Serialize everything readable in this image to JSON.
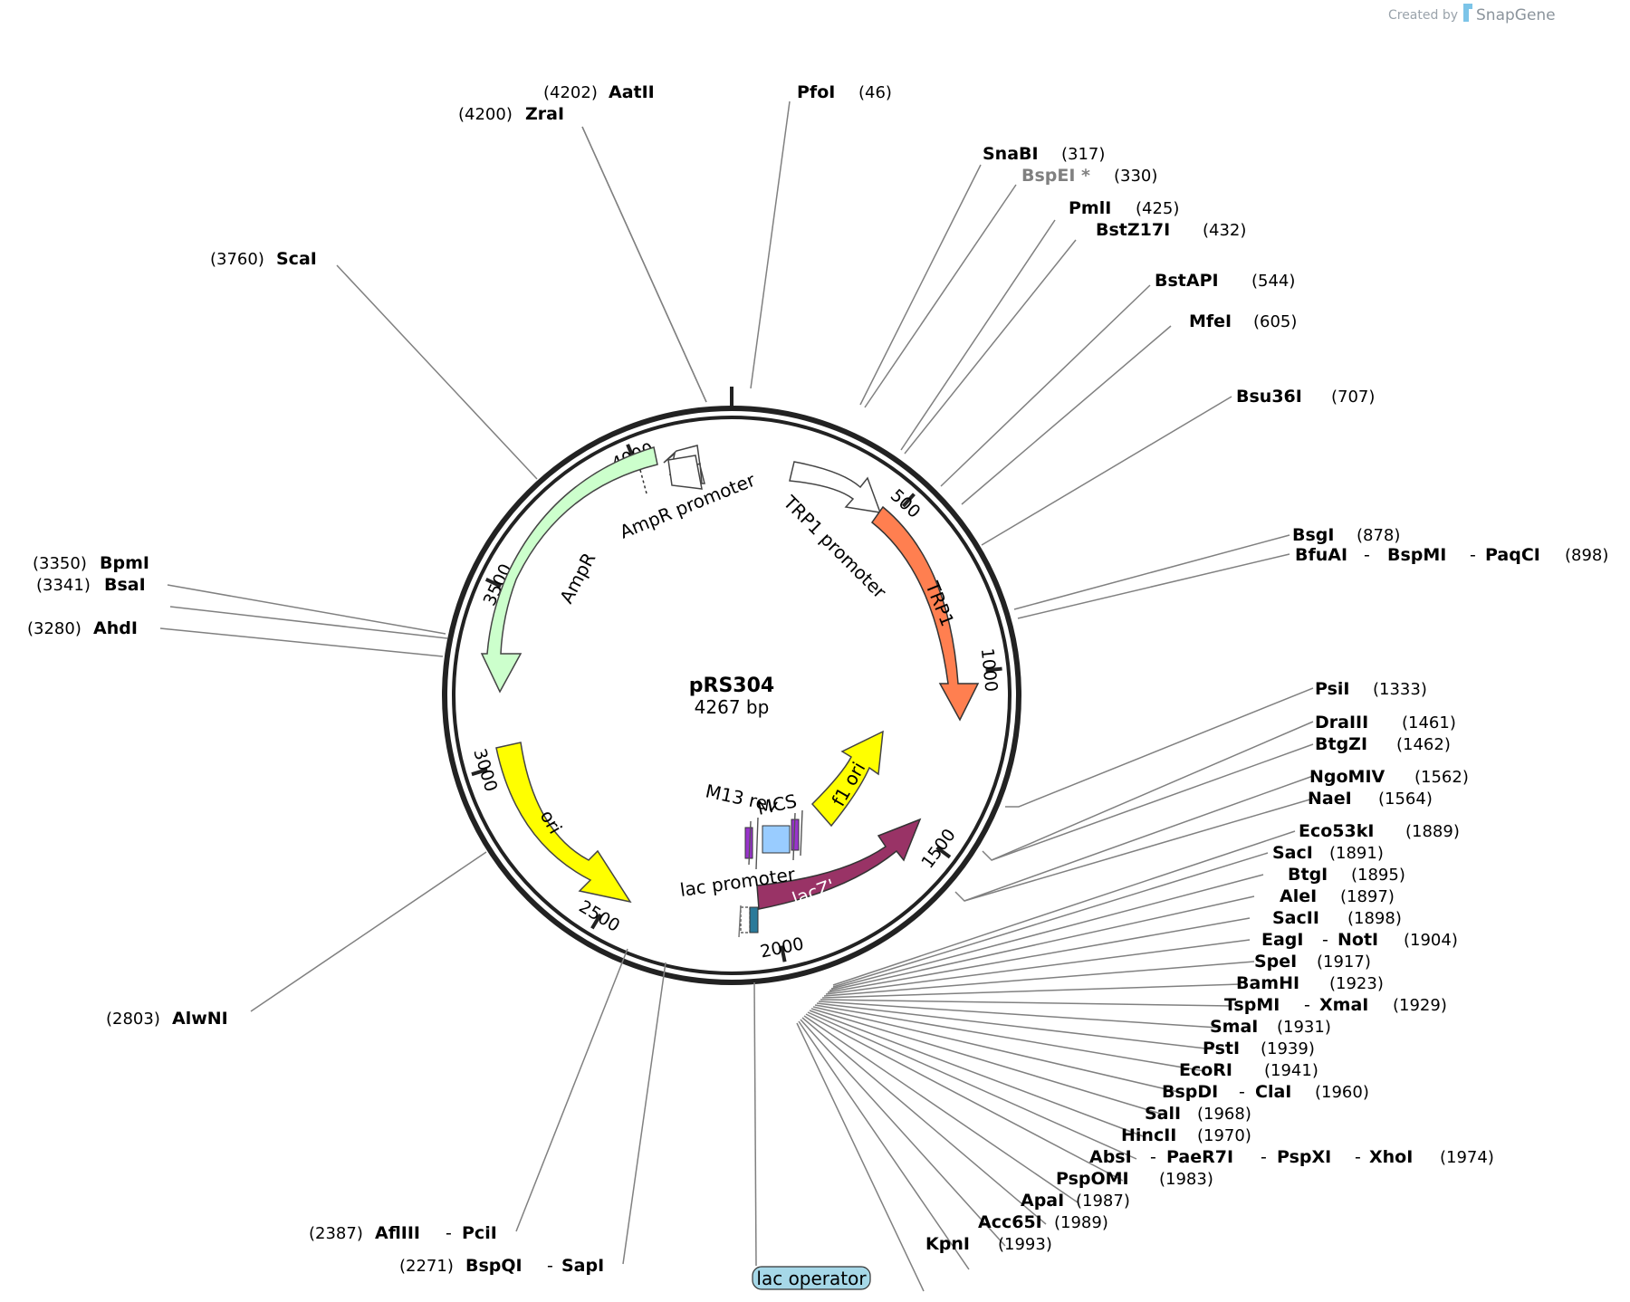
{
  "credit": {
    "prefix": "Created by",
    "brand": "SnapGene"
  },
  "plasmid": {
    "name": "pRS304",
    "length_label": "4267 bp",
    "length": 4267
  },
  "ticks": [
    {
      "pos": 500,
      "label": "500"
    },
    {
      "pos": 1000,
      "label": "1000"
    },
    {
      "pos": 1500,
      "label": "1500"
    },
    {
      "pos": 2000,
      "label": "2000"
    },
    {
      "pos": 2500,
      "label": "2500"
    },
    {
      "pos": 3000,
      "label": "3000"
    },
    {
      "pos": 3500,
      "label": "3500"
    },
    {
      "pos": 4000,
      "label": "4000"
    }
  ],
  "features": [
    {
      "name": "TRP1",
      "color": "#ff7f50"
    },
    {
      "name": "TRP1 promoter",
      "color": "#ffffff"
    },
    {
      "name": "AmpR",
      "color": "#ccffcc"
    },
    {
      "name": "AmpR promoter",
      "color": "#ffffff"
    },
    {
      "name": "ori",
      "color": "#ffff00"
    },
    {
      "name": "f1 ori",
      "color": "#ffff00"
    },
    {
      "name": "lacZ'",
      "color": "#993366"
    },
    {
      "name": "lac promoter",
      "color": "#ffffff"
    },
    {
      "name": "M13 rev",
      "color": "#9933cc"
    },
    {
      "name": "MCS",
      "color": "#99ccff"
    },
    {
      "name": "lac operator",
      "color": "#a6d8e8"
    }
  ],
  "sites": [
    {
      "names": [
        "AatII"
      ],
      "pos": "(4202)",
      "side": "left"
    },
    {
      "names": [
        "ZraI"
      ],
      "pos": "(4200)",
      "side": "left"
    },
    {
      "names": [
        "PfoI"
      ],
      "pos": "(46)",
      "side": "right"
    },
    {
      "names": [
        "SnaBI"
      ],
      "pos": "(317)",
      "side": "right"
    },
    {
      "names": [
        "BspEI *"
      ],
      "pos": "(330)",
      "side": "right",
      "grey": true
    },
    {
      "names": [
        "PmlI"
      ],
      "pos": "(425)",
      "side": "right"
    },
    {
      "names": [
        "BstZ17I"
      ],
      "pos": "(432)",
      "side": "right"
    },
    {
      "names": [
        "BstAPI"
      ],
      "pos": "(544)",
      "side": "right"
    },
    {
      "names": [
        "MfeI"
      ],
      "pos": "(605)",
      "side": "right"
    },
    {
      "names": [
        "Bsu36I"
      ],
      "pos": "(707)",
      "side": "right"
    },
    {
      "names": [
        "BsgI"
      ],
      "pos": "(878)",
      "side": "right"
    },
    {
      "names": [
        "BfuAI",
        "BspMI",
        "PaqCI"
      ],
      "pos": "(898)",
      "side": "right"
    },
    {
      "names": [
        "PsiI"
      ],
      "pos": "(1333)",
      "side": "right"
    },
    {
      "names": [
        "DraIII"
      ],
      "pos": "(1461)",
      "side": "right"
    },
    {
      "names": [
        "BtgZI"
      ],
      "pos": "(1462)",
      "side": "right"
    },
    {
      "names": [
        "NgoMIV"
      ],
      "pos": "(1562)",
      "side": "right"
    },
    {
      "names": [
        "NaeI"
      ],
      "pos": "(1564)",
      "side": "right"
    },
    {
      "names": [
        "Eco53kI"
      ],
      "pos": "(1889)",
      "side": "right"
    },
    {
      "names": [
        "SacI"
      ],
      "pos": "(1891)",
      "side": "right"
    },
    {
      "names": [
        "BtgI"
      ],
      "pos": "(1895)",
      "side": "right"
    },
    {
      "names": [
        "AleI"
      ],
      "pos": "(1897)",
      "side": "right"
    },
    {
      "names": [
        "SacII"
      ],
      "pos": "(1898)",
      "side": "right"
    },
    {
      "names": [
        "EagI",
        "NotI"
      ],
      "pos": "(1904)",
      "side": "right"
    },
    {
      "names": [
        "SpeI"
      ],
      "pos": "(1917)",
      "side": "right"
    },
    {
      "names": [
        "BamHI"
      ],
      "pos": "(1923)",
      "side": "right"
    },
    {
      "names": [
        "TspMI",
        "XmaI"
      ],
      "pos": "(1929)",
      "side": "right"
    },
    {
      "names": [
        "SmaI"
      ],
      "pos": "(1931)",
      "side": "right"
    },
    {
      "names": [
        "PstI"
      ],
      "pos": "(1939)",
      "side": "right"
    },
    {
      "names": [
        "EcoRI"
      ],
      "pos": "(1941)",
      "side": "right"
    },
    {
      "names": [
        "BspDI",
        "ClaI"
      ],
      "pos": "(1960)",
      "side": "right"
    },
    {
      "names": [
        "SalI"
      ],
      "pos": "(1968)",
      "side": "right"
    },
    {
      "names": [
        "HincII"
      ],
      "pos": "(1970)",
      "side": "right"
    },
    {
      "names": [
        "AbsI",
        "PaeR7I",
        "PspXI",
        "XhoI"
      ],
      "pos": "(1974)",
      "side": "right"
    },
    {
      "names": [
        "PspOMI"
      ],
      "pos": "(1983)",
      "side": "right"
    },
    {
      "names": [
        "ApaI"
      ],
      "pos": "(1987)",
      "side": "right"
    },
    {
      "names": [
        "Acc65I"
      ],
      "pos": "(1989)",
      "side": "right"
    },
    {
      "names": [
        "KpnI"
      ],
      "pos": "(1993)",
      "side": "right"
    },
    {
      "names": [
        "BspQI",
        "SapI"
      ],
      "pos": "(2271)",
      "side": "left"
    },
    {
      "names": [
        "AflIII",
        "PciI"
      ],
      "pos": "(2387)",
      "side": "left"
    },
    {
      "names": [
        "AlwNI"
      ],
      "pos": "(2803)",
      "side": "left"
    },
    {
      "names": [
        "AhdI"
      ],
      "pos": "(3280)",
      "side": "left"
    },
    {
      "names": [
        "BsaI"
      ],
      "pos": "(3341)",
      "side": "left"
    },
    {
      "names": [
        "BpmI"
      ],
      "pos": "(3350)",
      "side": "left"
    },
    {
      "names": [
        "ScaI"
      ],
      "pos": "(3760)",
      "side": "left"
    }
  ]
}
